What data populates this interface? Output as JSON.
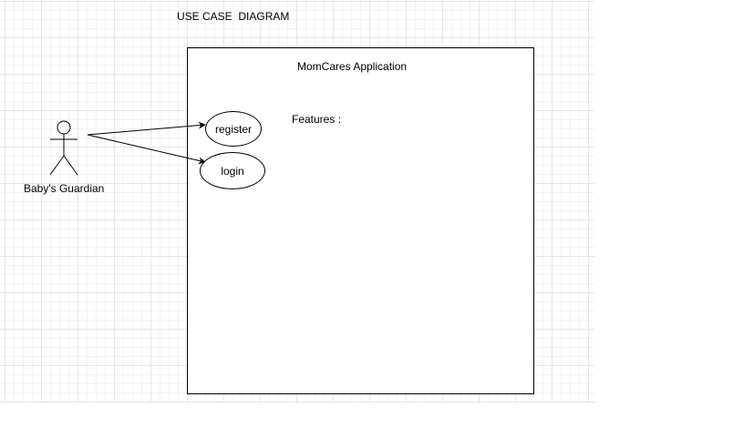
{
  "diagram": {
    "title": "USE CASE  DIAGRAM",
    "system": {
      "title": "MomCares Application",
      "features_label": "Features :"
    },
    "actor": {
      "label": "Baby's Guardian",
      "icon": "stick-figure-actor"
    },
    "use_cases": [
      {
        "label": "register"
      },
      {
        "label": "login"
      }
    ],
    "associations": [
      {
        "from": "Baby's Guardian",
        "to": "register"
      },
      {
        "from": "Baby's Guardian",
        "to": "login"
      }
    ]
  }
}
